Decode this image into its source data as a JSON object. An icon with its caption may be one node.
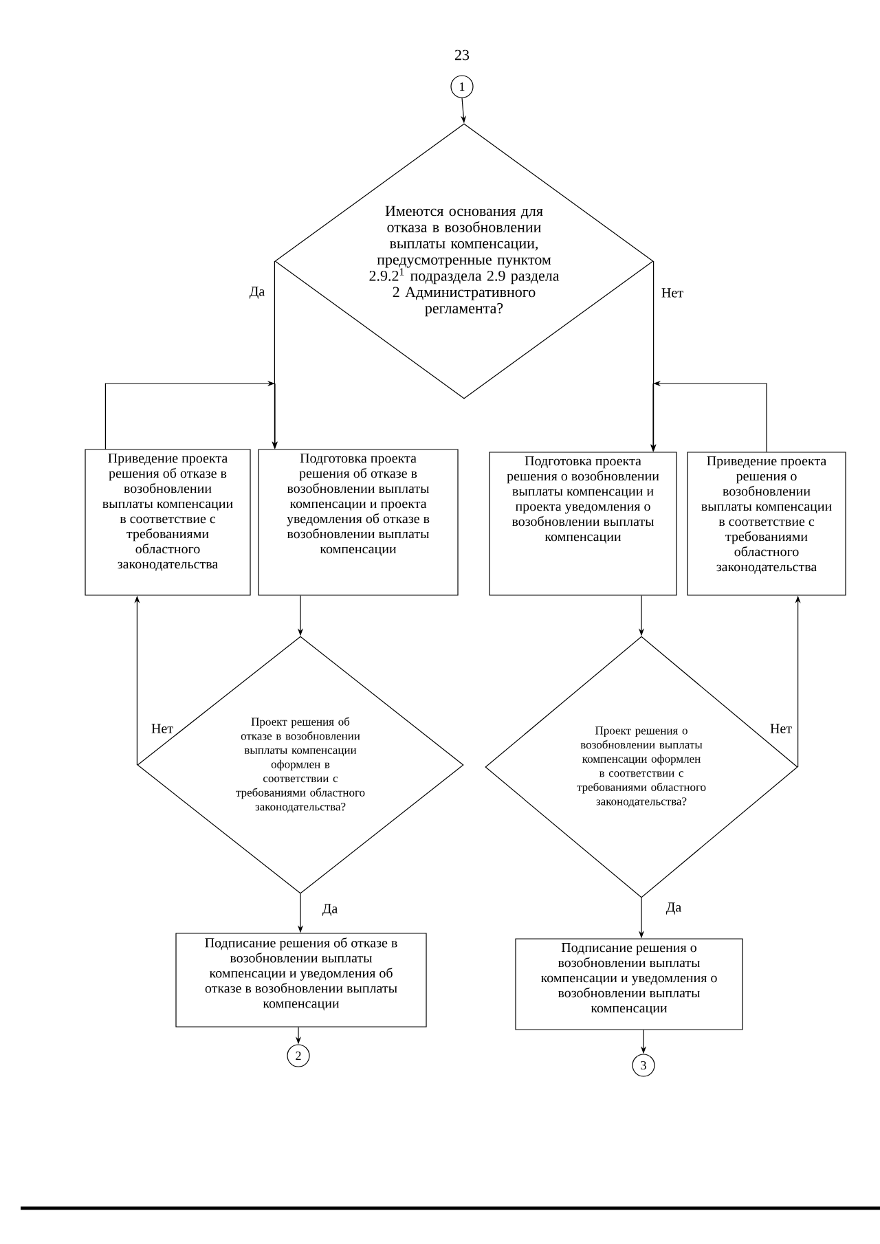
{
  "diagram": {
    "nodes": [
      {
        "text": [
          "1"
        ]
      },
      {
        "text": [
          "Имеются основания для отказа в возобновлении выплаты компенсации, предусмотренные пунктом 2.9.2$^{1}$ подраздела 2.9 раздела 2 Административного регламента?"
        ]
      },
      {
        "text": [
          "Приведение проекта решения об отказе в возобновлении выплаты компенсации в соответствие с требованиями областного законодательства"
        ]
      },
      {
        "text": [
          "Подготовка проекта решения об отказе в возобновлении выплаты компенсации и проекта уведомления об отказе в возобновлении выплаты компенсации"
        ]
      },
      {
        "text": [
          "Подготовка проекта решения о возобновлении выплаты компенсации и проекта уведомления о возобновлении выплаты компенсации"
        ]
      },
      {
        "text": [
          "Приведение проекта решения о возобновлении выплаты компенсации в соответствие с требованиями областного законодательства"
        ]
      },
      {
        "text": [
          "Проект решения об отказе в возобновлении выплаты компенсации оформлен в соответствии с требованиями областного законодательства?"
        ]
      },
      {
        "text": [
          "Проект решения о возобновлении выплаты компенсации оформлен в соответствии с требованиями областного законодательства?"
        ]
      },
      {
        "text": [
          "Подписание решения об отказе в возобновлении выплаты компенсации и уведомления об отказе в возобновлении выплаты компенсации"
        ]
      },
      {
        "text": [
          "Подписание решения о возобновлении выплаты компенсации и уведомления о возобновлении выплаты компенсации"
        ]
      },
      {
        "text": [
          "2"
        ]
      },
      {
        "text": [
          "3"
        ]
      }
    ],
    "edges": [
      {
        "from": 0,
        "to": 1,
        "arrow": "to"
      },
      {
        "from": 1,
        "to": 3,
        "arrow": "to",
        "label": "Да"
      },
      {
        "from": 1,
        "to": 4,
        "arrow": "to",
        "label": "Нет"
      },
      {
        "from": 2,
        "to": 3,
        "arrow": "to"
      },
      {
        "from": 5,
        "to": 4,
        "arrow": "to"
      },
      {
        "from": 3,
        "to": 6,
        "arrow": "to"
      },
      {
        "from": 4,
        "to": 7,
        "arrow": "to"
      },
      {
        "from": 6,
        "to": 2,
        "arrow": "to",
        "label": "Нет"
      },
      {
        "from": 7,
        "to": 5,
        "arrow": "to",
        "label": "Нет"
      },
      {
        "from": 6,
        "to": 8,
        "arrow": "to",
        "label": "Да"
      },
      {
        "from": 7,
        "to": 9,
        "arrow": "to",
        "label": "Да"
      },
      {
        "from": 8,
        "to": 10,
        "arrow": "to"
      },
      {
        "from": 9,
        "to": 11,
        "arrow": "to"
      }
    ],
    "labels": [
      "23"
    ]
  }
}
